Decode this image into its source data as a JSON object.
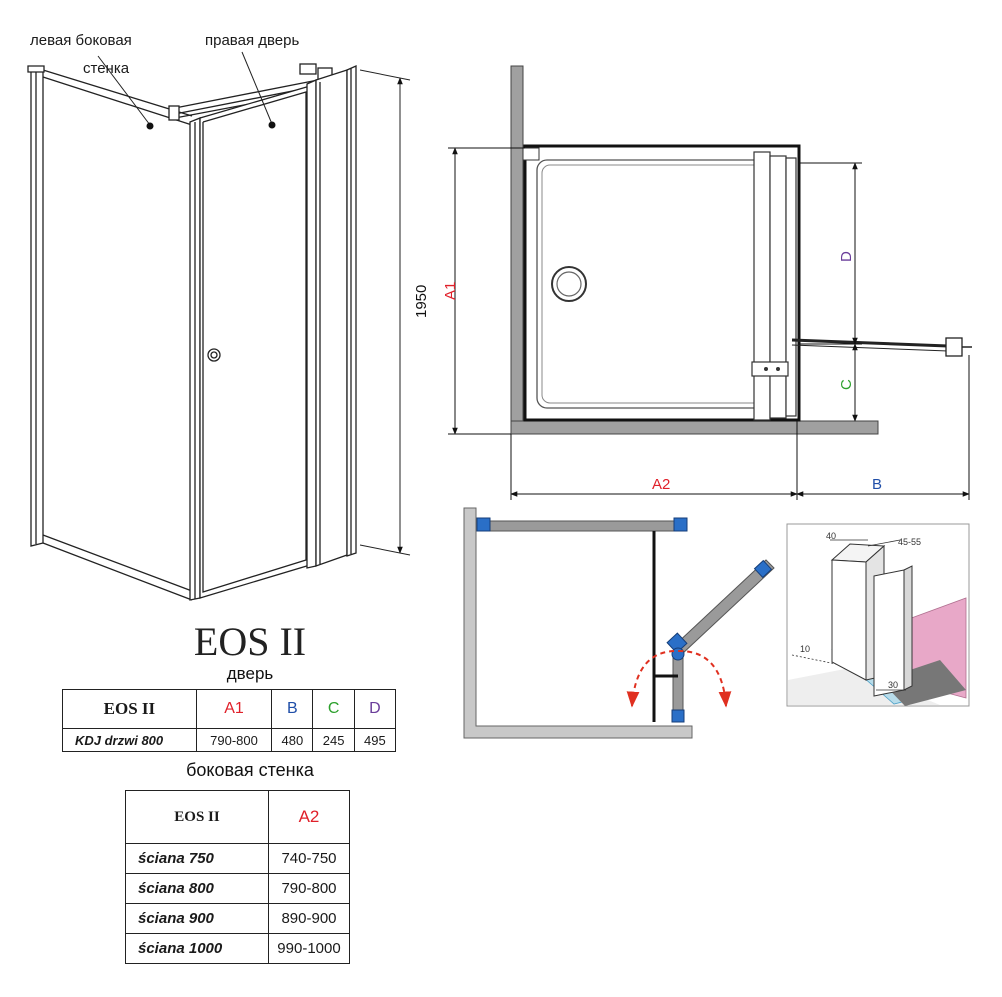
{
  "labels": {
    "left_wall": "левая боковая\nстенка",
    "right_door": "правая дверь"
  },
  "dimensions": {
    "height": "1950",
    "a1": "A1",
    "a2": "A2",
    "b": "B",
    "c": "C",
    "d": "D"
  },
  "detail": {
    "w40": "40",
    "w4555": "45-55",
    "d10": "10",
    "d30": "30"
  },
  "colors": {
    "a1": "#e0202a",
    "a2": "#e0202a",
    "b": "#1f4ea8",
    "c": "#2ca02c",
    "d": "#6a3d9a",
    "wall": "#a0a0a0",
    "hinge": "#2a6fc7",
    "arrow": "#e03020",
    "pink": "#e8a8c8"
  },
  "product_title": "EOS II",
  "door_table": {
    "caption": "дверь",
    "header": [
      "EOS II",
      "A1",
      "B",
      "C",
      "D"
    ],
    "rows": [
      [
        "KDJ drzwi 800",
        "790-800",
        "480",
        "245",
        "495"
      ]
    ]
  },
  "wall_table": {
    "caption": "боковая стенка",
    "header": [
      "EOS II",
      "A2"
    ],
    "rows": [
      [
        "ściana 750",
        "740-750"
      ],
      [
        "ściana 800",
        "790-800"
      ],
      [
        "ściana 900",
        "890-900"
      ],
      [
        "ściana 1000",
        "990-1000"
      ]
    ]
  }
}
